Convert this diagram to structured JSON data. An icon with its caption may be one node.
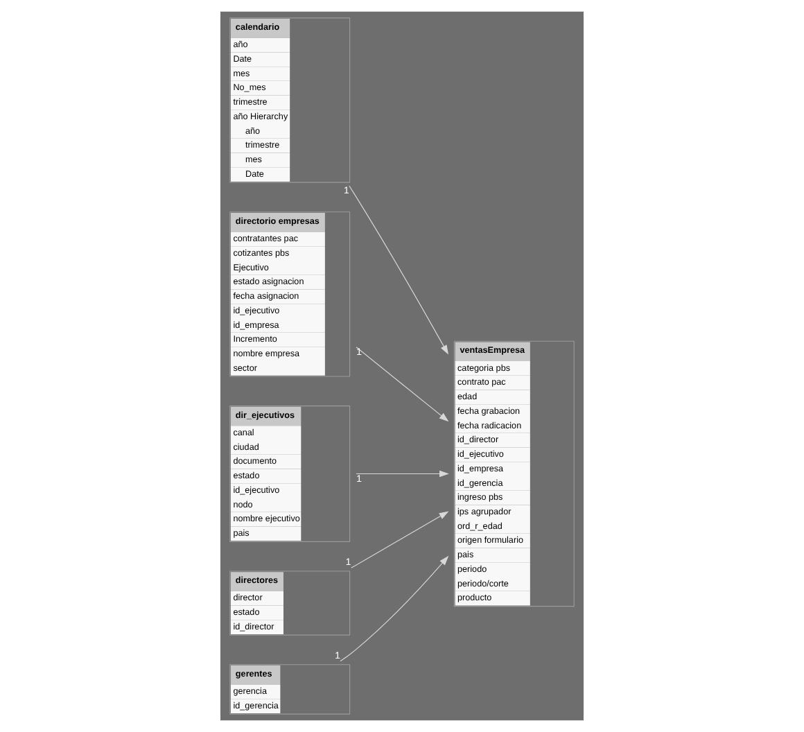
{
  "diagram": {
    "nodes": [
      {
        "text": [
          "calendario",
          "año",
          "Date",
          "mes",
          "No_mes",
          "trimestre",
          "año Hierarchy",
          "año",
          "trimestre",
          "mes",
          "Date"
        ]
      },
      {
        "text": [
          "directorio empresas",
          "contratantes pac",
          "cotizantes pbs",
          "Ejecutivo",
          "estado asignacion",
          "fecha asignacion",
          "id_ejecutivo",
          "id_empresa",
          "Incremento",
          "nombre empresa",
          "sector"
        ]
      },
      {
        "text": [
          "ventasEmpresa",
          "categoria pbs",
          "contrato pac",
          "edad",
          "fecha grabacion",
          "fecha radicacion",
          "id_director",
          "id_ejecutivo",
          "id_empresa",
          "id_gerencia",
          "ingreso pbs",
          "ips agrupador",
          "ord_r_edad",
          "origen formulario",
          "pais",
          "periodo",
          "periodo/corte",
          "producto"
        ]
      },
      {
        "text": [
          "dir_ejecutivos",
          "canal",
          "ciudad",
          "documento",
          "estado",
          "id_ejecutivo",
          "nodo",
          "nombre ejecutivo",
          "pais"
        ]
      },
      {
        "text": [
          "directores",
          "director",
          "estado",
          "id_director"
        ]
      },
      {
        "text": [
          "gerentes",
          "gerencia",
          "id_gerencia"
        ]
      }
    ],
    "edges": [
      {
        "from": 0,
        "to": 2,
        "arrow": "to",
        "label": "1"
      },
      {
        "from": 1,
        "to": 2,
        "arrow": "to",
        "label": "1"
      },
      {
        "from": 3,
        "to": 2,
        "arrow": "to",
        "label": "1"
      },
      {
        "from": 4,
        "to": 2,
        "arrow": "to",
        "label": "1"
      },
      {
        "from": 5,
        "to": 2,
        "arrow": "to",
        "label": "1"
      }
    ]
  }
}
